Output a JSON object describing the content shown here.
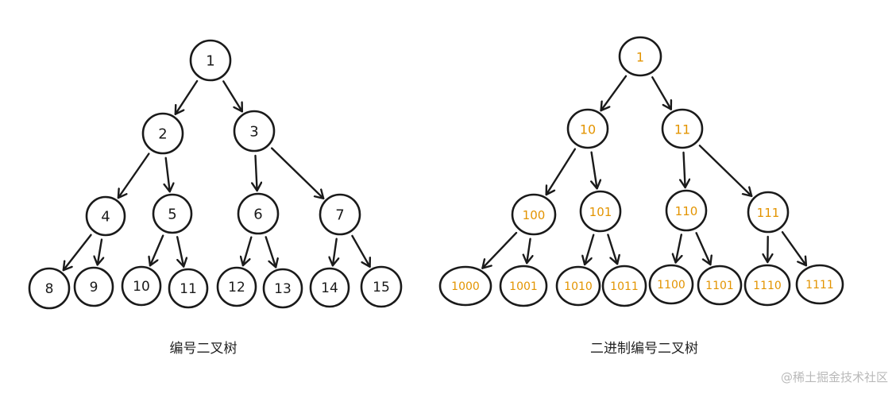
{
  "trees": [
    {
      "caption": "编号二叉树",
      "label_color": "#1a1a1a",
      "levels": [
        [
          "1"
        ],
        [
          "2",
          "3"
        ],
        [
          "4",
          "5",
          "6",
          "7"
        ],
        [
          "8",
          "9",
          "10",
          "11",
          "12",
          "13",
          "14",
          "15"
        ]
      ]
    },
    {
      "caption": "二进制编号二叉树",
      "label_color": "#e39400",
      "levels": [
        [
          "1"
        ],
        [
          "10",
          "11"
        ],
        [
          "100",
          "101",
          "110",
          "111"
        ],
        [
          "1000",
          "1001",
          "1010",
          "1011",
          "1100",
          "1101",
          "1110",
          "1111"
        ]
      ]
    }
  ],
  "watermark": "@稀土掘金技术社区",
  "colors": {
    "stroke": "#1a1a1a",
    "binary_label": "#e39400",
    "watermark": "#b9b9b9"
  }
}
